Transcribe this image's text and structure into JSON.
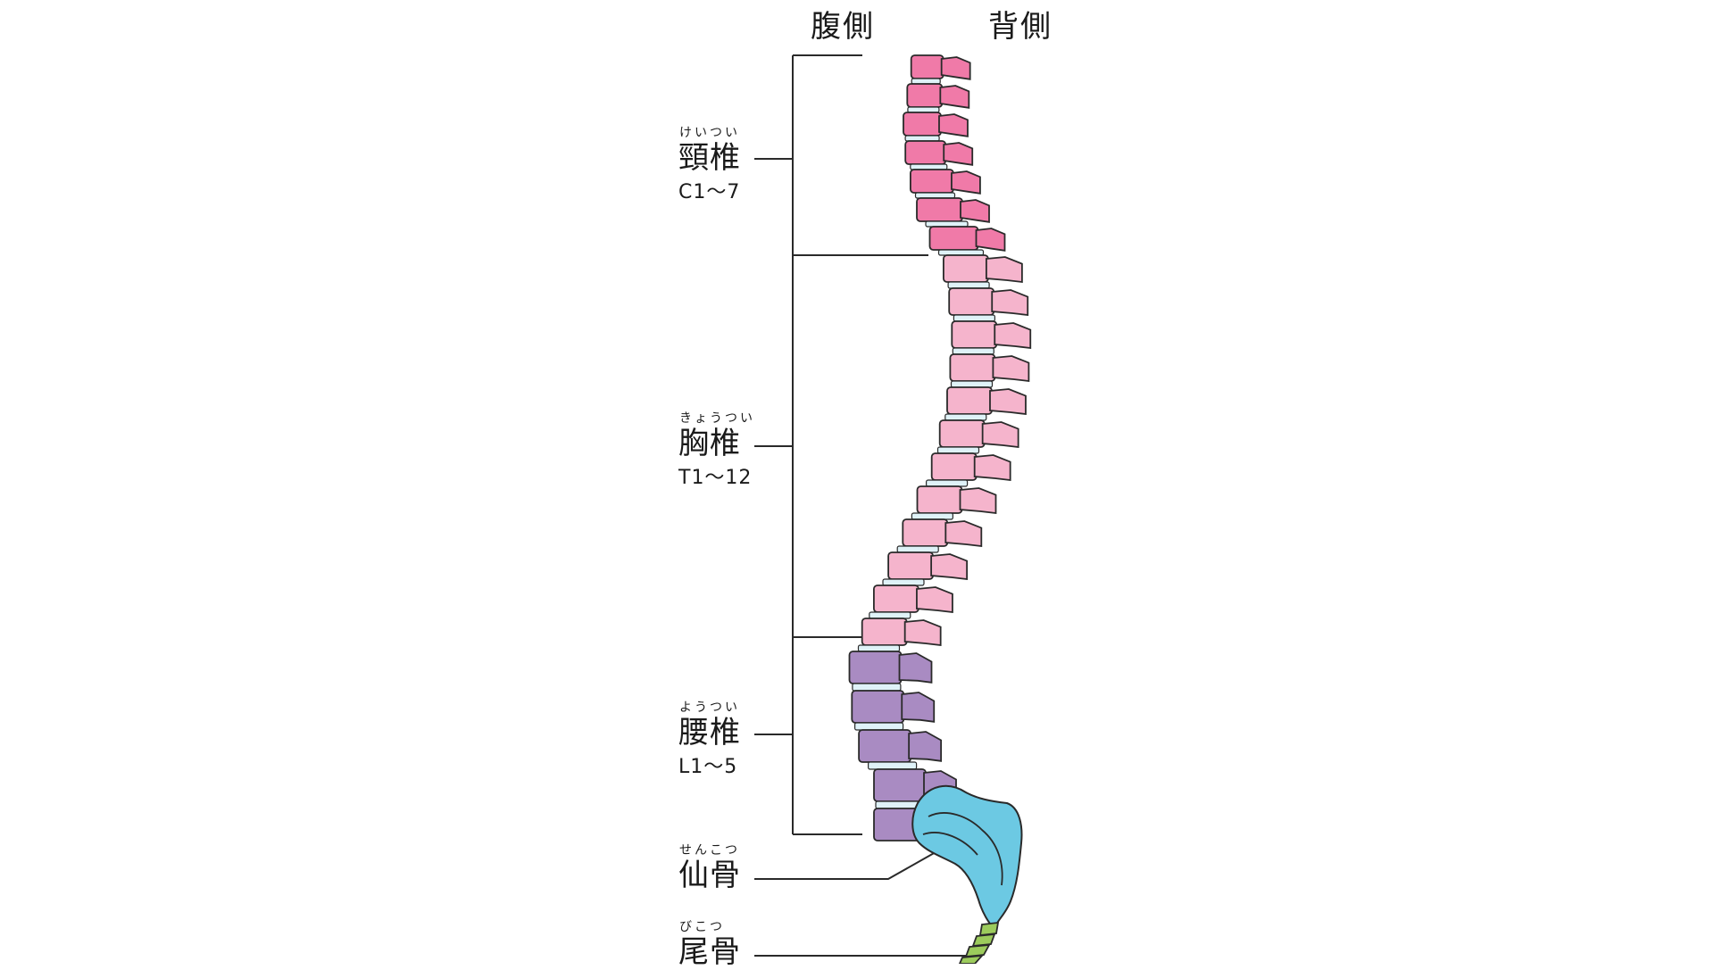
{
  "header": {
    "ventral": "腹側",
    "dorsal": "背側"
  },
  "regions": [
    {
      "key": "cervical",
      "ruby": "けいつい",
      "name": "頸椎",
      "range": "C1〜7",
      "color": "#f07aa8"
    },
    {
      "key": "thoracic",
      "ruby": "きょうつい",
      "name": "胸椎",
      "range": "T1〜12",
      "color": "#f5b4cc"
    },
    {
      "key": "lumbar",
      "ruby": "ようつい",
      "name": "腰椎",
      "range": "L1〜5",
      "color": "#a98bc2"
    },
    {
      "key": "sacrum",
      "ruby": "せんこつ",
      "name": "仙骨",
      "range": "",
      "color": "#6cc9e3"
    },
    {
      "key": "coccyx",
      "ruby": "びこつ",
      "name": "尾骨",
      "range": "",
      "color": "#9ccb5c"
    }
  ],
  "disc_color": "#dff2f8",
  "outline_color": "#2a2a2a"
}
